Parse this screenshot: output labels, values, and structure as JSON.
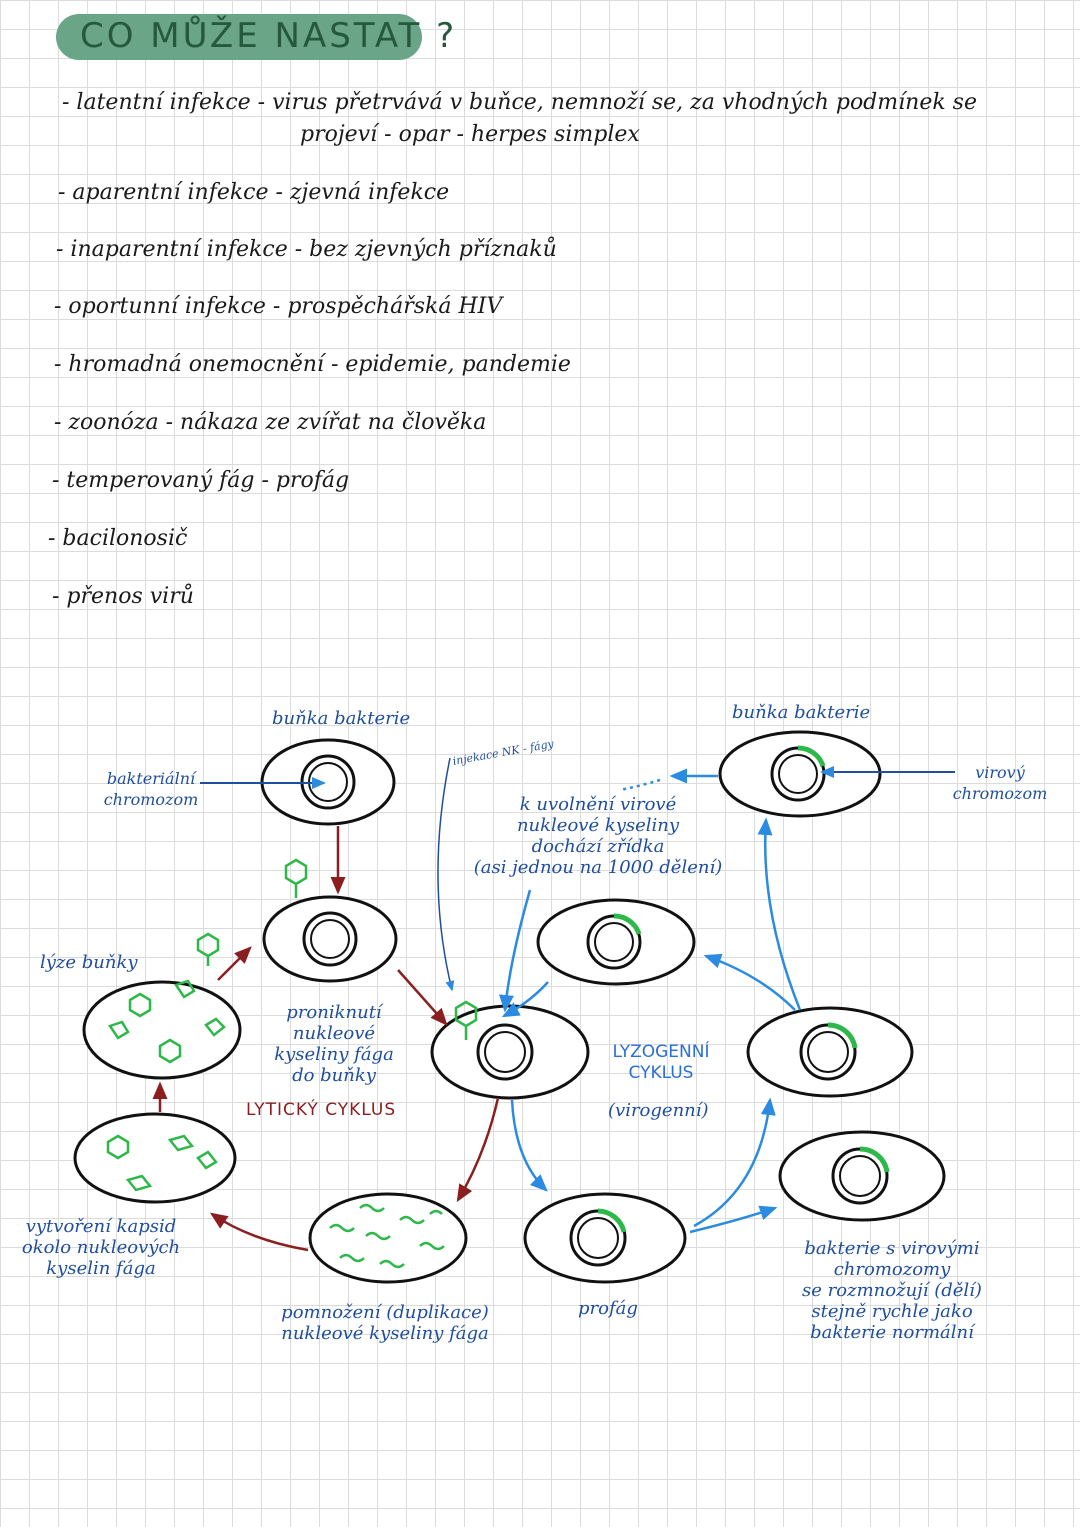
{
  "title": "CO MŮŽE NASTAT ?",
  "items": [
    {
      "line1": "- latentní infekce - virus přetrvává v buňce, nemnoží se, za vhodných podmínek se",
      "line2": "projeví - opar - herpes simplex"
    },
    {
      "line1": "- aparentní infekce - zjevná infekce"
    },
    {
      "line1": "- inaparentní infekce - bez zjevných příznaků"
    },
    {
      "line1": "- oportunní infekce - prospěchářská HIV"
    },
    {
      "line1": "- hromadná onemocnění - epidemie, pandemie"
    },
    {
      "line1": "- zoonóza - nákaza ze zvířat na člověka"
    },
    {
      "line1": "- temperovaný fág - profág"
    },
    {
      "line1": "- bacilonosič"
    },
    {
      "line1": "- přenos virů"
    }
  ],
  "diagram": {
    "labels": {
      "cell_left_top": "buňka bakterie",
      "cell_right_top": "buňka bakterie",
      "bacterial_chromosome": "bakteriální chromozom",
      "viral_chromosome": "virový chromozom",
      "injection": "injekace NK - fágy",
      "release_note": [
        "k uvolnění virové",
        "nukleové kyseliny",
        "dochází zřídka",
        "(asi jednou na 1000 dělení)"
      ],
      "lysis": "lýze buňky",
      "penetration": [
        "proniknutí",
        "nukleové",
        "kyseliny fága",
        "do buňky"
      ],
      "lytic_cycle": "LYTICKÝ CYKLUS",
      "lysogenic_cycle": [
        "LYZOGENNÍ",
        "CYKLUS"
      ],
      "virogenic": "(virogenní)",
      "capsid": [
        "vytvoření kapsid",
        "okolo nukleových",
        "kyselin fága"
      ],
      "replication": [
        "pomnožení (duplikace)",
        "nukleové kyseliny fága"
      ],
      "prophage": "profág",
      "bacteria_viral": [
        "bakterie s virovými",
        "chromozomy",
        "se rozmnožují (dělí)",
        "stejně rychle jako",
        "bakterie normální"
      ]
    },
    "colors": {
      "lytic": "#8b1f1f",
      "lysogenic": "#2a8be0",
      "phage": "#2fb84a",
      "label": "#1f4e9e"
    }
  }
}
